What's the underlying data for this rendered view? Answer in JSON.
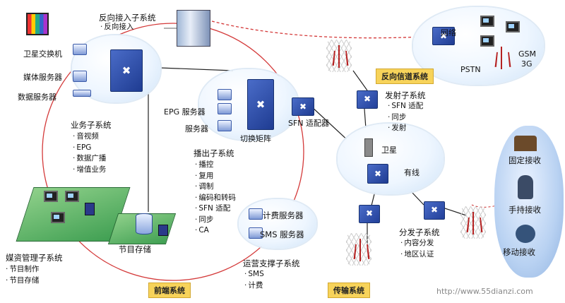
{
  "diagram": {
    "access_subsystem": {
      "title": "反向接入子系统",
      "items": [
        "反向接入"
      ]
    },
    "pstn_cloud": {
      "network": "网络",
      "pstn": "PSTN",
      "gsm": "GSM",
      "g3": "3G"
    },
    "reverse_channel_label": "反向信道系统",
    "satellite_switch": "卫星交换机",
    "media_server": "媒体服务器",
    "data_server": "数据服务器",
    "epg_server": "EPG 服务器",
    "server": "服务器",
    "switch_matrix": "切换矩阵",
    "sfn_adapter": "SFN 适配器",
    "transmit_subsystem": {
      "title": "发射子系统",
      "items": [
        "SFN 适配",
        "同步",
        "发射"
      ]
    },
    "satellite": "卫星",
    "cable": "有线",
    "fixed_reception": "固定接收",
    "handheld_reception": "手持接收",
    "mobile_reception": "移动接收",
    "business_subsystem": {
      "title": "业务子系统",
      "items": [
        "音视频",
        "EPG",
        "数据广播",
        "增值业务"
      ]
    },
    "broadcast_subsystem": {
      "title": "播出子系统",
      "items": [
        "播控",
        "复用",
        "调制",
        "编码和转码",
        "SFN 适配",
        "同步",
        "CA"
      ]
    },
    "billing_server": "计费服务器",
    "sms_server": "SMS 服务器",
    "program_storage": "节目存储",
    "asset_subsystem": {
      "title": "媒资管理子系统",
      "items": [
        "节目制作",
        "节目存储"
      ]
    },
    "ops_subsystem": {
      "title": "运营支撑子系统",
      "items": [
        "SMS",
        "计费"
      ]
    },
    "distribution_subsystem": {
      "title": "分发子系统",
      "items": [
        "内容分发",
        "地区认证"
      ]
    },
    "front_end_label": "前端系统",
    "transmission_label": "传输系统",
    "watermark": "http://www.55dianzi.com"
  }
}
